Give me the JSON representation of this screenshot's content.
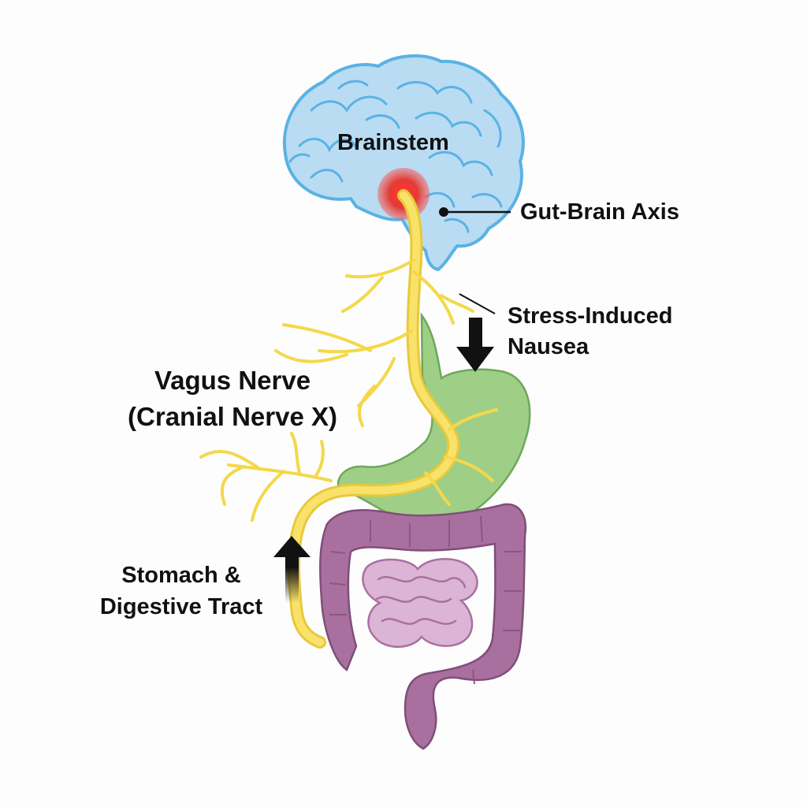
{
  "labels": {
    "brainstem": "Brainstem",
    "gut_brain_axis": "Gut-Brain Axis",
    "stress_line1": "Stress-Induced",
    "stress_line2": "Nausea",
    "vagus_line1": "Vagus Nerve",
    "vagus_line2": "(Cranial Nerve X)",
    "stomach_line1": "Stomach &",
    "stomach_line2": "Digestive Tract"
  },
  "colors": {
    "brain_fill": "#b9dcf3",
    "brain_outline": "#5ab2e4",
    "brainstem_marker": "#e53935",
    "nerve": "#f6dc4e",
    "stomach": "#9fcf87",
    "intestine": "#a9709f",
    "small_intestine": "#dcb4d6",
    "text": "#111111"
  },
  "icons": {
    "down_arrow": "down-arrow-icon",
    "up_arrow": "up-arrow-icon"
  }
}
